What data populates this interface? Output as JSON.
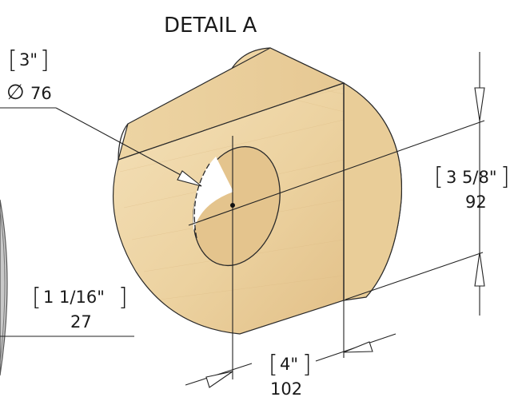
{
  "detail_title": "DETAIL A",
  "dimensions": {
    "hole_diameter": {
      "imperial": "3\"",
      "symbol": "∅",
      "metric": "76"
    },
    "height": {
      "imperial": "3 5/8\"",
      "metric": "92"
    },
    "depth": {
      "imperial": "4\"",
      "metric": "102"
    },
    "offset": {
      "imperial": "1 1/16\"",
      "metric": "27"
    }
  },
  "colors": {
    "wood_light": "#f3dfb6",
    "wood_mid": "#e8cb94",
    "wood_dark": "#dcb77c",
    "cut_face": "#efd6a6",
    "line": "#222222",
    "rim_grey": "#b9b9b9"
  }
}
